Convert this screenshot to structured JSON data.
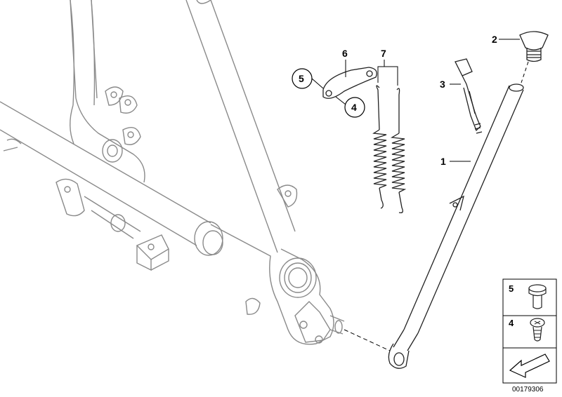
{
  "callouts": {
    "c1": "1",
    "c2": "2",
    "c3": "3",
    "c4": "4",
    "c5": "5",
    "c6": "6",
    "c7": "7"
  },
  "legend": {
    "item_top": "5",
    "item_bottom": "4"
  },
  "reference_number": "00179306",
  "colors": {
    "frame_stroke": "#8a8a8a",
    "part_stroke": "#222222",
    "text": "#000000"
  }
}
